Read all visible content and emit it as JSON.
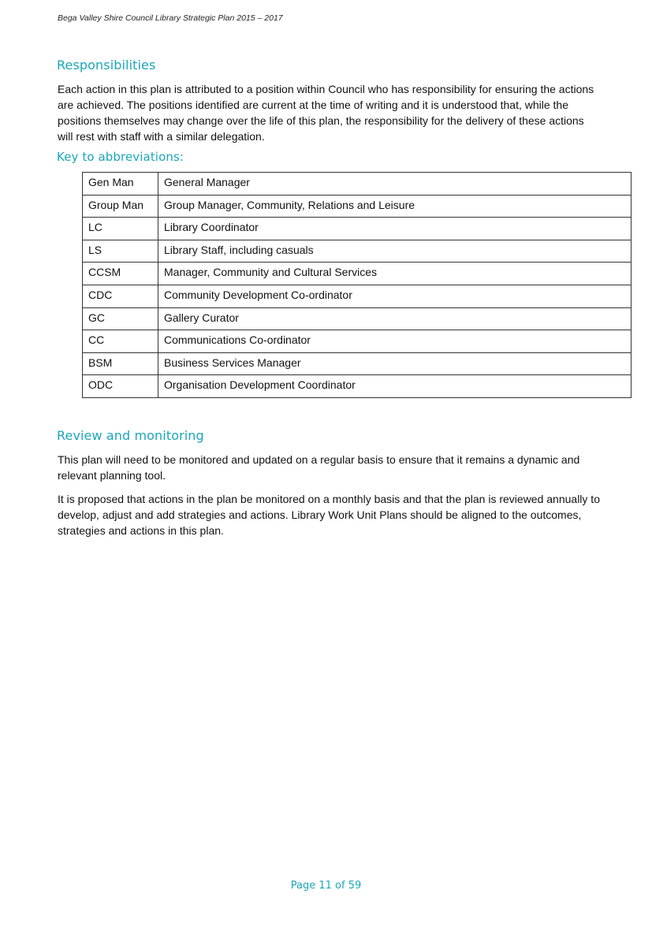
{
  "header": {
    "running_title": "Bega Valley Shire Council Library Strategic Plan 2015 – 2017"
  },
  "responsibilities": {
    "heading": "Responsibilities",
    "text": "Each action in this plan is attributed to a position within Council who has responsibility for ensuring the actions are achieved. The positions identified are current at the time of writing and it is understood that, while the positions themselves may change over the life of this plan, the responsibility for the delivery of these actions will rest with staff with a similar delegation."
  },
  "abbreviations": {
    "heading": "Key to abbreviations:",
    "rows": [
      {
        "abbr": "Gen Man",
        "meaning": "General Manager"
      },
      {
        "abbr": "Group Man",
        "meaning": "Group Manager, Community, Relations and Leisure"
      },
      {
        "abbr": "LC",
        "meaning": "Library Coordinator"
      },
      {
        "abbr": "LS",
        "meaning": "Library Staff, including casuals"
      },
      {
        "abbr": "CCSM",
        "meaning": "Manager, Community and Cultural Services"
      },
      {
        "abbr": "CDC",
        "meaning": "Community Development Co-ordinator"
      },
      {
        "abbr": "GC",
        "meaning": "Gallery Curator"
      },
      {
        "abbr": "CC",
        "meaning": "Communications Co-ordinator"
      },
      {
        "abbr": "BSM",
        "meaning": "Business Services Manager"
      },
      {
        "abbr": "ODC",
        "meaning": "Organisation Development Coordinator"
      }
    ]
  },
  "review": {
    "heading": "Review and monitoring",
    "paragraph_1": "This plan will need to be monitored and updated on a regular basis to ensure that it remains a dynamic and relevant planning tool.",
    "paragraph_2": "It is proposed that actions in the plan be monitored on a monthly basis and that the plan is reviewed annually to develop, adjust and add strategies and actions. Library Work Unit Plans should be aligned to the outcomes, strategies and actions in this plan."
  },
  "footer": {
    "page_label": "Page 11 of 59"
  },
  "colors": {
    "heading_accent": "#1ba6b8"
  }
}
